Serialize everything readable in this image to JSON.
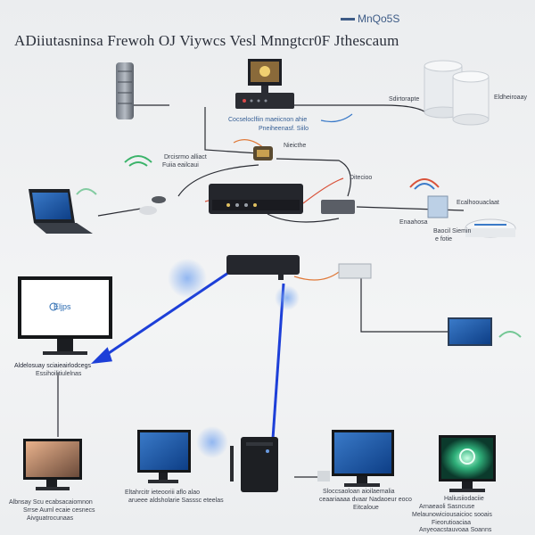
{
  "diagram": {
    "title": "ADiiutasninsa Frewoh OJ Viywcs Vesl  Mnngtcr0F Jthescaum",
    "logo_text": "MnQo5S",
    "monitor_brand": "Eljps",
    "labels": {
      "server_tower": "",
      "server_right": "Sdirtorapte",
      "db_right": "Eldheiroaay",
      "router_caption": "Cocseloclfiin maeiicnon ahie",
      "router_caption2": "Pneiheenasf. Siilo",
      "switch_label": "Nieicthe",
      "wifi_left1": "Drcisrmo alliact",
      "wifi_left2": "Fuiia eailcaui",
      "hub_right": "Ditecioo",
      "modem_right1": "Ecalhoouaclaat",
      "modem_right2": "Enaahosa",
      "modem_right3": "Baocil Siemin",
      "modem_right4": "e fotie",
      "monitor_left1": "Aldelosuay sciaieairlodcegs",
      "monitor_left2": "Essihoilitiulelnas",
      "bottom_1a": "Albnsay Scu ecabsacaiomnon",
      "bottom_1b": "Srrse Auml ecaie cesnecs",
      "bottom_1c": "Aivguatrocunaas",
      "bottom_2a": "Eltahrcitr ieteooriii aflo alao",
      "bottom_2b": "arueee aldsholarie Sasssc eteelas",
      "bottom_3a": "Sloccsaoloan aioilaemalia",
      "bottom_3b": "ceaariaaaa dvaar Nadaoeur eoco",
      "bottom_3c": "Eitcaloue",
      "bottom_4a": "Haliusiiodaciie",
      "bottom_4b": "Arnaeaoli Sasncuse",
      "bottom_4c": "Melaunowiciousaicioc sooais",
      "bottom_4d": "Fieorutioaciaa",
      "bottom_4e": "Anyeoacstauvoaa Soanns"
    }
  },
  "colors": {
    "accent_blue": "#1d3fd8",
    "cable_dark": "#2a2c33",
    "cable_orange": "#e07a3a",
    "cable_red": "#d9533b",
    "wifi_green": "#3bb36a"
  },
  "icons": [
    "server-icon",
    "database-icon",
    "router-icon",
    "laptop-icon",
    "monitor-icon",
    "switch-icon",
    "wifi-icon",
    "modem-icon"
  ]
}
